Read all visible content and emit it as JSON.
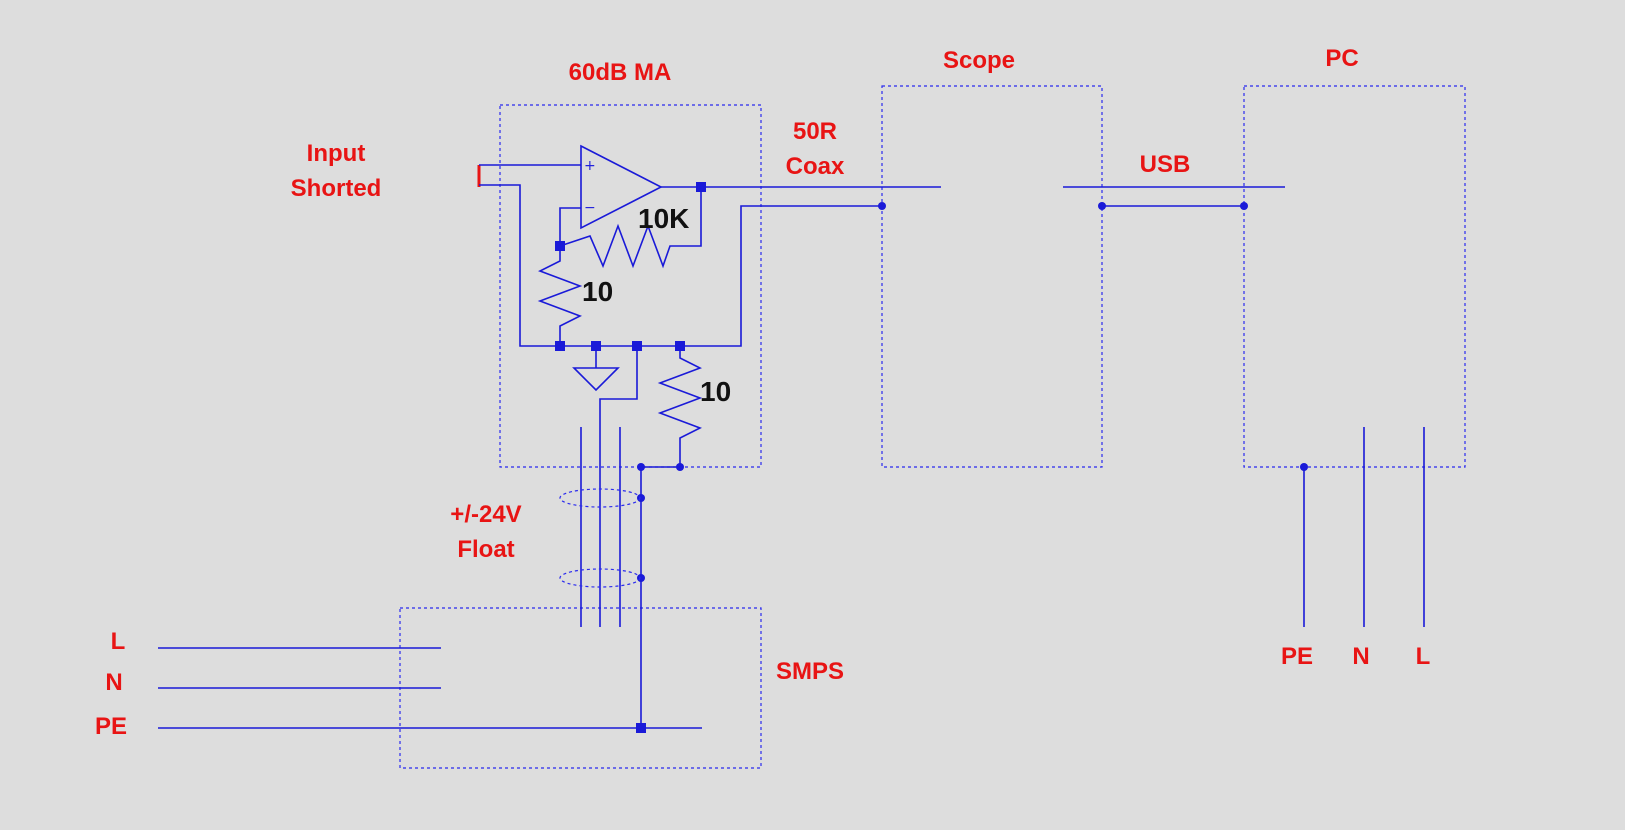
{
  "blocks": {
    "amp": "60dB MA",
    "scope": "Scope",
    "pc": "PC",
    "smps": "SMPS"
  },
  "input": {
    "line1": "Input",
    "line2": "Shorted"
  },
  "coax": {
    "line1": "50R",
    "line2": "Coax"
  },
  "usb": "USB",
  "supply": {
    "line1": "+/-24V",
    "line2": "Float"
  },
  "mains_left": {
    "l": "L",
    "n": "N",
    "pe": "PE"
  },
  "mains_right": {
    "pe": "PE",
    "n": "N",
    "l": "L"
  },
  "components": {
    "feedback_resistor": "10K",
    "gain_resistor": "10",
    "ground_resistor": "10"
  },
  "opamp": {
    "plus": "+",
    "minus": "−"
  },
  "colors": {
    "background": "#dddddd",
    "label": "#e81414",
    "wire": "#1a1ad8",
    "value": "#111111"
  }
}
